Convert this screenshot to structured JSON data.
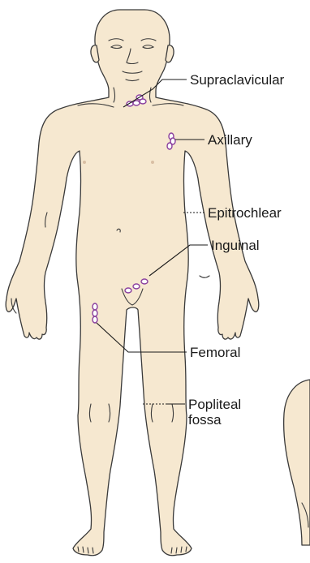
{
  "labels": {
    "supraclavicular": "Supraclavicular",
    "axillary": "Axillary",
    "epitrochlear": "Epitrochlear",
    "inguinal": "Inguinal",
    "femoral": "Femoral",
    "popliteal_line1": "Popliteal",
    "popliteal_line2": "fossa"
  },
  "colors": {
    "skin": "#f6e8d0",
    "outline": "#3a3a3a",
    "lymph_node": "#8a3f9e",
    "text": "#1a1a1a"
  }
}
